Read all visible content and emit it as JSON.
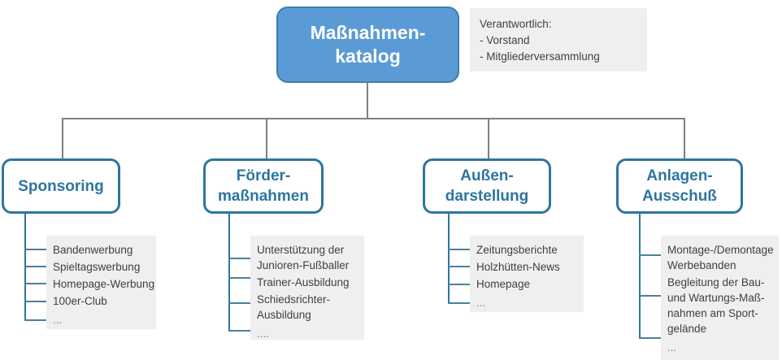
{
  "diagram": {
    "title": "Maßnahmenkatalog Organigramm",
    "colors": {
      "root_fill": "#5B9BD5",
      "branch_stroke": "#2E75A0",
      "panel_fill": "#EFEFEF",
      "connector": "#808080",
      "text_dark": "#404040"
    },
    "root": {
      "label_line1": "Maßnahmen-",
      "label_line2": "katalog"
    },
    "note": {
      "heading": "Verantwortlich:",
      "line1": "- Vorstand",
      "line2": "- Mitgliederversammlung"
    },
    "branches": [
      {
        "id": "sponsoring",
        "label_line1": "Sponsoring",
        "label_line2": "",
        "items": [
          "Bandenwerbung",
          "Spieltagswerbung",
          "Homepage-Werbung",
          "100er-Club",
          "..."
        ]
      },
      {
        "id": "foerdermassnahmen",
        "label_line1": "Förder-",
        "label_line2": "maßnahmen",
        "items": [
          "Unterstützung der Junioren-Fußballer",
          "Trainer-Ausbildung",
          "Schiedsrichter-Ausbildung",
          "...."
        ]
      },
      {
        "id": "aussendarstellung",
        "label_line1": "Außen-",
        "label_line2": "darstellung",
        "items": [
          "Zeitungsberichte",
          "Holzhütten-News",
          "Homepage",
          "..."
        ]
      },
      {
        "id": "anlagen-ausschuss",
        "label_line1": "Anlagen-",
        "label_line2": "Ausschuß",
        "items": [
          "Montage-/Demontage Werbebanden",
          "Begleitung der Bau- und Wartungs-Maß-nahmen am Sport-gelände",
          "..."
        ]
      }
    ]
  }
}
